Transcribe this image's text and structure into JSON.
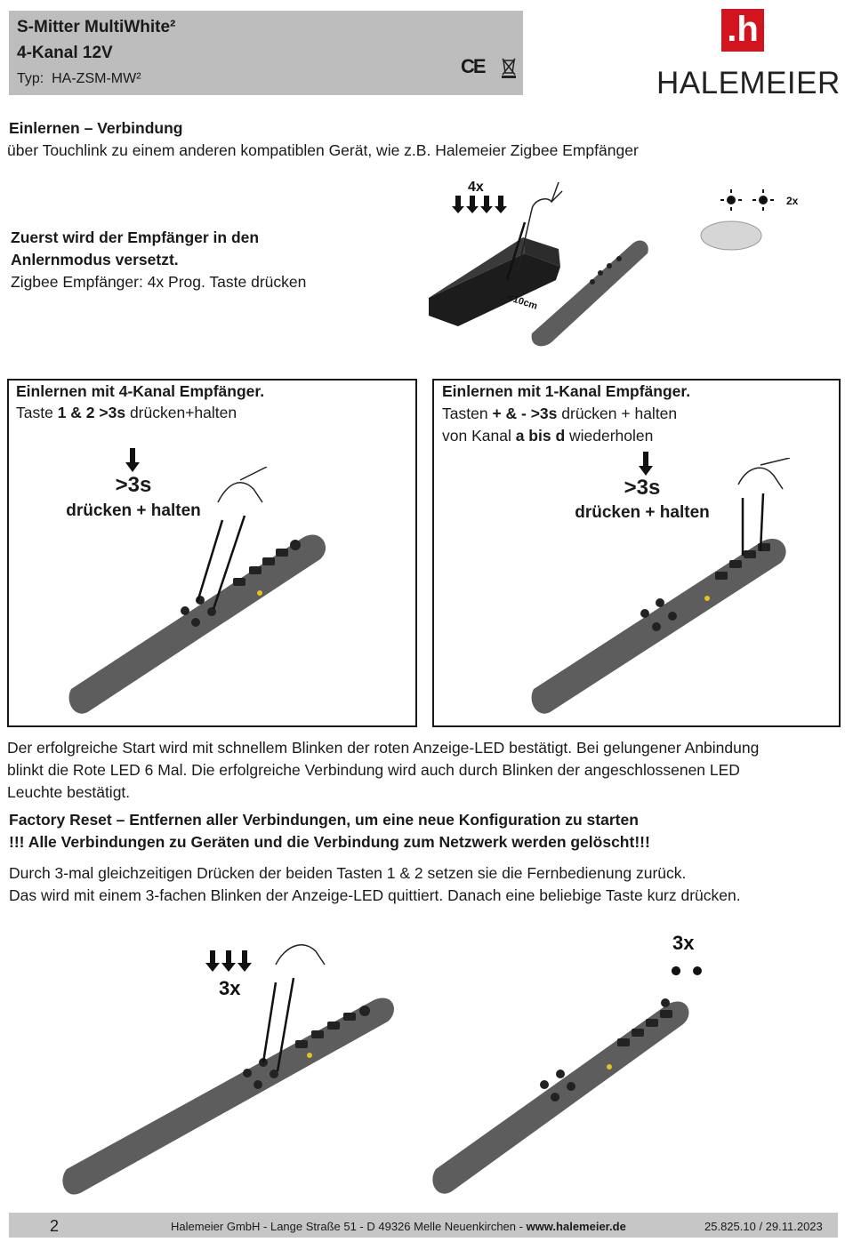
{
  "header": {
    "title": "S-Mitter MultiWhite²",
    "subtitle": "4-Kanal 12V",
    "type_label": "Typ:",
    "type_value": "HA-ZSM-MW²",
    "ce_mark": "CE"
  },
  "logo": {
    "mark": ".h",
    "wordmark": "HALEMEIER",
    "brand_color": "#d2141e"
  },
  "section1": {
    "heading": "Einlernen – Verbindung",
    "text": "über Touchlink zu einem anderen kompatiblen Gerät, wie z.B. Halemeier Zigbee Empfänger"
  },
  "step1": {
    "line1": "Zuerst wird der Empfänger in den",
    "line2": "Anlernmodus versetzt.",
    "line3": "Zigbee Empfänger: 4x Prog. Taste drücken",
    "press_count": "4x",
    "distance": "<10cm",
    "blink_count": "2x"
  },
  "panel_left": {
    "title": "Einlernen mit 4-Kanal Empfänger.",
    "inst_prefix": "Taste ",
    "inst_bold": "1 & 2 >3s",
    "inst_suffix": " drücken+halten",
    "duration": ">3s",
    "action": "drücken + halten"
  },
  "panel_right": {
    "title": "Einlernen mit 1-Kanal Empfänger.",
    "inst1_prefix": "Tasten ",
    "inst1_bold": "+ & - >3s",
    "inst1_suffix": " drücken + halten",
    "inst2_prefix": "von Kanal ",
    "inst2_bold": "a bis d",
    "inst2_suffix": " wiederholen",
    "duration": ">3s",
    "action": "drücken + halten"
  },
  "confirm_text": [
    "Der erfolgreiche Start wird mit schnellem Blinken der roten Anzeige-LED bestätigt. Bei gelungener Anbindung",
    "blinkt die Rote LED 6 Mal. Die erfolgreiche Verbindung wird auch durch Blinken der angeschlossenen LED",
    "Leuchte bestätigt."
  ],
  "factory_reset": {
    "heading": "Factory Reset – Entfernen aller Verbindungen, um eine neue Konfiguration zu starten",
    "warning": "!!! Alle Verbindungen zu Geräten und die Verbindung zum Netzwerk werden gelöscht!!!",
    "line1": "Durch 3-mal gleichzeitigen Drücken der beiden Tasten 1 & 2 setzen sie die Fernbedienung zurück.",
    "line2": "Das wird mit einem 3-fachen Blinken der Anzeige-LED quittiert. Danach eine beliebige Taste kurz drücken.",
    "press_count": "3x",
    "blink_count": "3x"
  },
  "footer": {
    "page": "2",
    "company": "Halemeier GmbH   - Lange Straße 51 - D 49326 Melle Neuenkirchen  - ",
    "url": "www.halemeier.de",
    "doc_ref": "25.825.10 / 29.11.2023"
  }
}
